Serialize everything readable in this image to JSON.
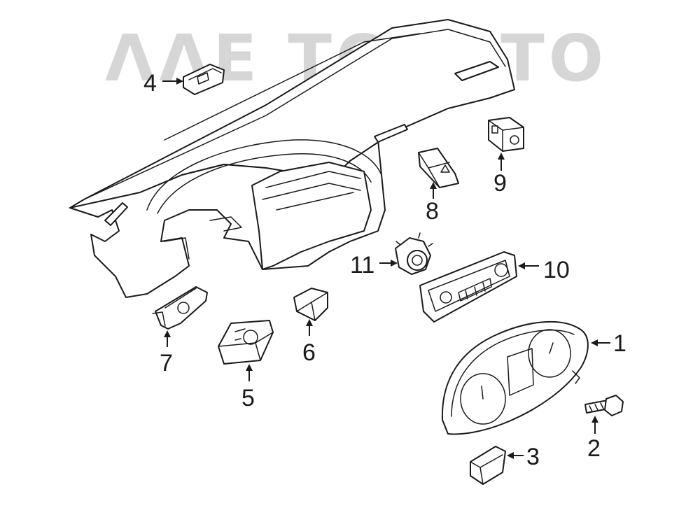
{
  "watermark": {
    "text": "ΛΛΕ ТОΛЭТО",
    "color": "#d6d6d6"
  },
  "callouts": [
    {
      "id": "1",
      "label": "1",
      "part": "instrument-cluster"
    },
    {
      "id": "2",
      "label": "2",
      "part": "cluster-bolt"
    },
    {
      "id": "3",
      "label": "3",
      "part": "cluster-connector"
    },
    {
      "id": "4",
      "label": "4",
      "part": "dash-switch-upper"
    },
    {
      "id": "5",
      "label": "5",
      "part": "headlamp-switch"
    },
    {
      "id": "6",
      "label": "6",
      "part": "small-switch"
    },
    {
      "id": "7",
      "label": "7",
      "part": "side-switch-bracket"
    },
    {
      "id": "8",
      "label": "8",
      "part": "hazard-switch"
    },
    {
      "id": "9",
      "label": "9",
      "part": "push-switch"
    },
    {
      "id": "10",
      "label": "10",
      "part": "climate-control-panel"
    },
    {
      "id": "11",
      "label": "11",
      "part": "rotary-knob"
    }
  ],
  "colors": {
    "line": "#1a1a1a",
    "background": "#ffffff"
  }
}
